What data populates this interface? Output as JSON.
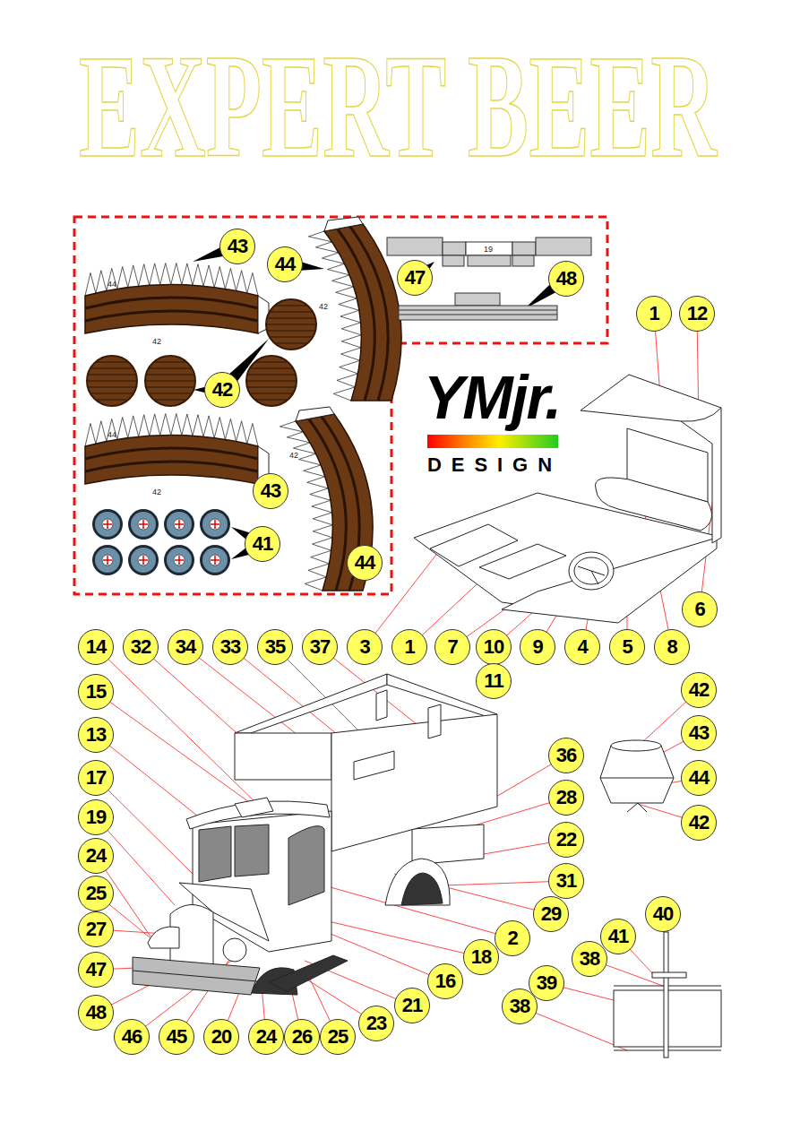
{
  "diagram": {
    "title": "EXPERT BEER",
    "nodes": [
      {
        "text": [
          "43"
        ]
      },
      {
        "text": [
          "44"
        ]
      },
      {
        "text": [
          "47"
        ]
      },
      {
        "text": [
          "48"
        ]
      },
      {
        "text": [
          "1"
        ]
      },
      {
        "text": [
          "12"
        ]
      },
      {
        "text": [
          "42"
        ]
      },
      {
        "text": [
          "43"
        ]
      },
      {
        "text": [
          "41"
        ]
      },
      {
        "text": [
          "44"
        ]
      },
      {
        "text": [
          "6"
        ]
      },
      {
        "text": [
          "14"
        ]
      },
      {
        "text": [
          "32"
        ]
      },
      {
        "text": [
          "34"
        ]
      },
      {
        "text": [
          "33"
        ]
      },
      {
        "text": [
          "35"
        ]
      },
      {
        "text": [
          "37"
        ]
      },
      {
        "text": [
          "3"
        ]
      },
      {
        "text": [
          "1"
        ]
      },
      {
        "text": [
          "7"
        ]
      },
      {
        "text": [
          "10"
        ]
      },
      {
        "text": [
          "9"
        ]
      },
      {
        "text": [
          "4"
        ]
      },
      {
        "text": [
          "5"
        ]
      },
      {
        "text": [
          "8"
        ]
      },
      {
        "text": [
          "11"
        ]
      },
      {
        "text": [
          "15"
        ]
      },
      {
        "text": [
          "42"
        ]
      },
      {
        "text": [
          "43"
        ]
      },
      {
        "text": [
          "13"
        ]
      },
      {
        "text": [
          "36"
        ]
      },
      {
        "text": [
          "44"
        ]
      },
      {
        "text": [
          "17"
        ]
      },
      {
        "text": [
          "28"
        ]
      },
      {
        "text": [
          "19"
        ]
      },
      {
        "text": [
          "42"
        ]
      },
      {
        "text": [
          "22"
        ]
      },
      {
        "text": [
          "24"
        ]
      },
      {
        "text": [
          "31"
        ]
      },
      {
        "text": [
          "25"
        ]
      },
      {
        "text": [
          "40"
        ]
      },
      {
        "text": [
          "29"
        ]
      },
      {
        "text": [
          "27"
        ]
      },
      {
        "text": [
          "41"
        ]
      },
      {
        "text": [
          "2"
        ]
      },
      {
        "text": [
          "18"
        ]
      },
      {
        "text": [
          "38"
        ]
      },
      {
        "text": [
          "47"
        ]
      },
      {
        "text": [
          "16"
        ]
      },
      {
        "text": [
          "39"
        ]
      },
      {
        "text": [
          "21"
        ]
      },
      {
        "text": [
          "38"
        ]
      },
      {
        "text": [
          "48"
        ]
      },
      {
        "text": [
          "23"
        ]
      },
      {
        "text": [
          "46"
        ]
      },
      {
        "text": [
          "45"
        ]
      },
      {
        "text": [
          "20"
        ]
      },
      {
        "text": [
          "24"
        ]
      },
      {
        "text": [
          "26"
        ]
      },
      {
        "text": [
          "25"
        ]
      }
    ],
    "labels": [
      "YMjr.",
      "DESIGN",
      "44",
      "42",
      "44",
      "42",
      "42",
      "42",
      "19"
    ]
  }
}
